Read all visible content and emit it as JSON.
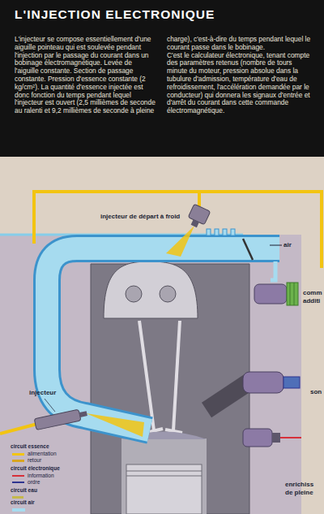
{
  "diagram": {
    "title": "L'INJECTION ELECTRONIQUE",
    "labels": [
      "L'injecteur se compose essentiellement d'une aiguille pointeau qui est soulevée pendant l'injection par le passage du courant dans un bobinage électromagnétique. Levée de l'aiguille constante. Section de passage constante. Pression d'essence constante (2 kg/cm²). La quantité d'essence injectée est donc fonction du temps pendant lequel l'injecteur est ouvert (2,5 millièmes de seconde au ralenti et 9,2 millièmes de seconde à pleine",
      "charge), c'est-à-dire du temps pendant lequel le courant passe dans le bobinage.",
      "C'est le calculateur électronique, tenant compte des paramètres retenus (nombre de tours minute du moteur, pression absolue dans la tubulure d'admission, température d'eau de refroidissement, l'accélération demandée par le conducteur) qui donnera les signaux d'entrée et d'arrêt du courant dans cette commande électromagnétique.",
      "injecteur de départ à froid",
      "air",
      "comm additi",
      "injecteur",
      "son",
      "enrichiss de pleine"
    ],
    "legend": [
      {
        "text": "circuit essence"
      },
      {
        "text": "alimentation",
        "color": "#f2c412"
      },
      {
        "text": "retour",
        "color": "#d9a520"
      },
      {
        "text": "circuit électronique"
      },
      {
        "text": "information",
        "color": "#d6303a"
      },
      {
        "text": "ordre",
        "color": "#2f3590"
      },
      {
        "text": "circuit eau",
        "color": "#c4b84c"
      },
      {
        "text": "circuit air",
        "color": "#a6dbef"
      }
    ]
  }
}
